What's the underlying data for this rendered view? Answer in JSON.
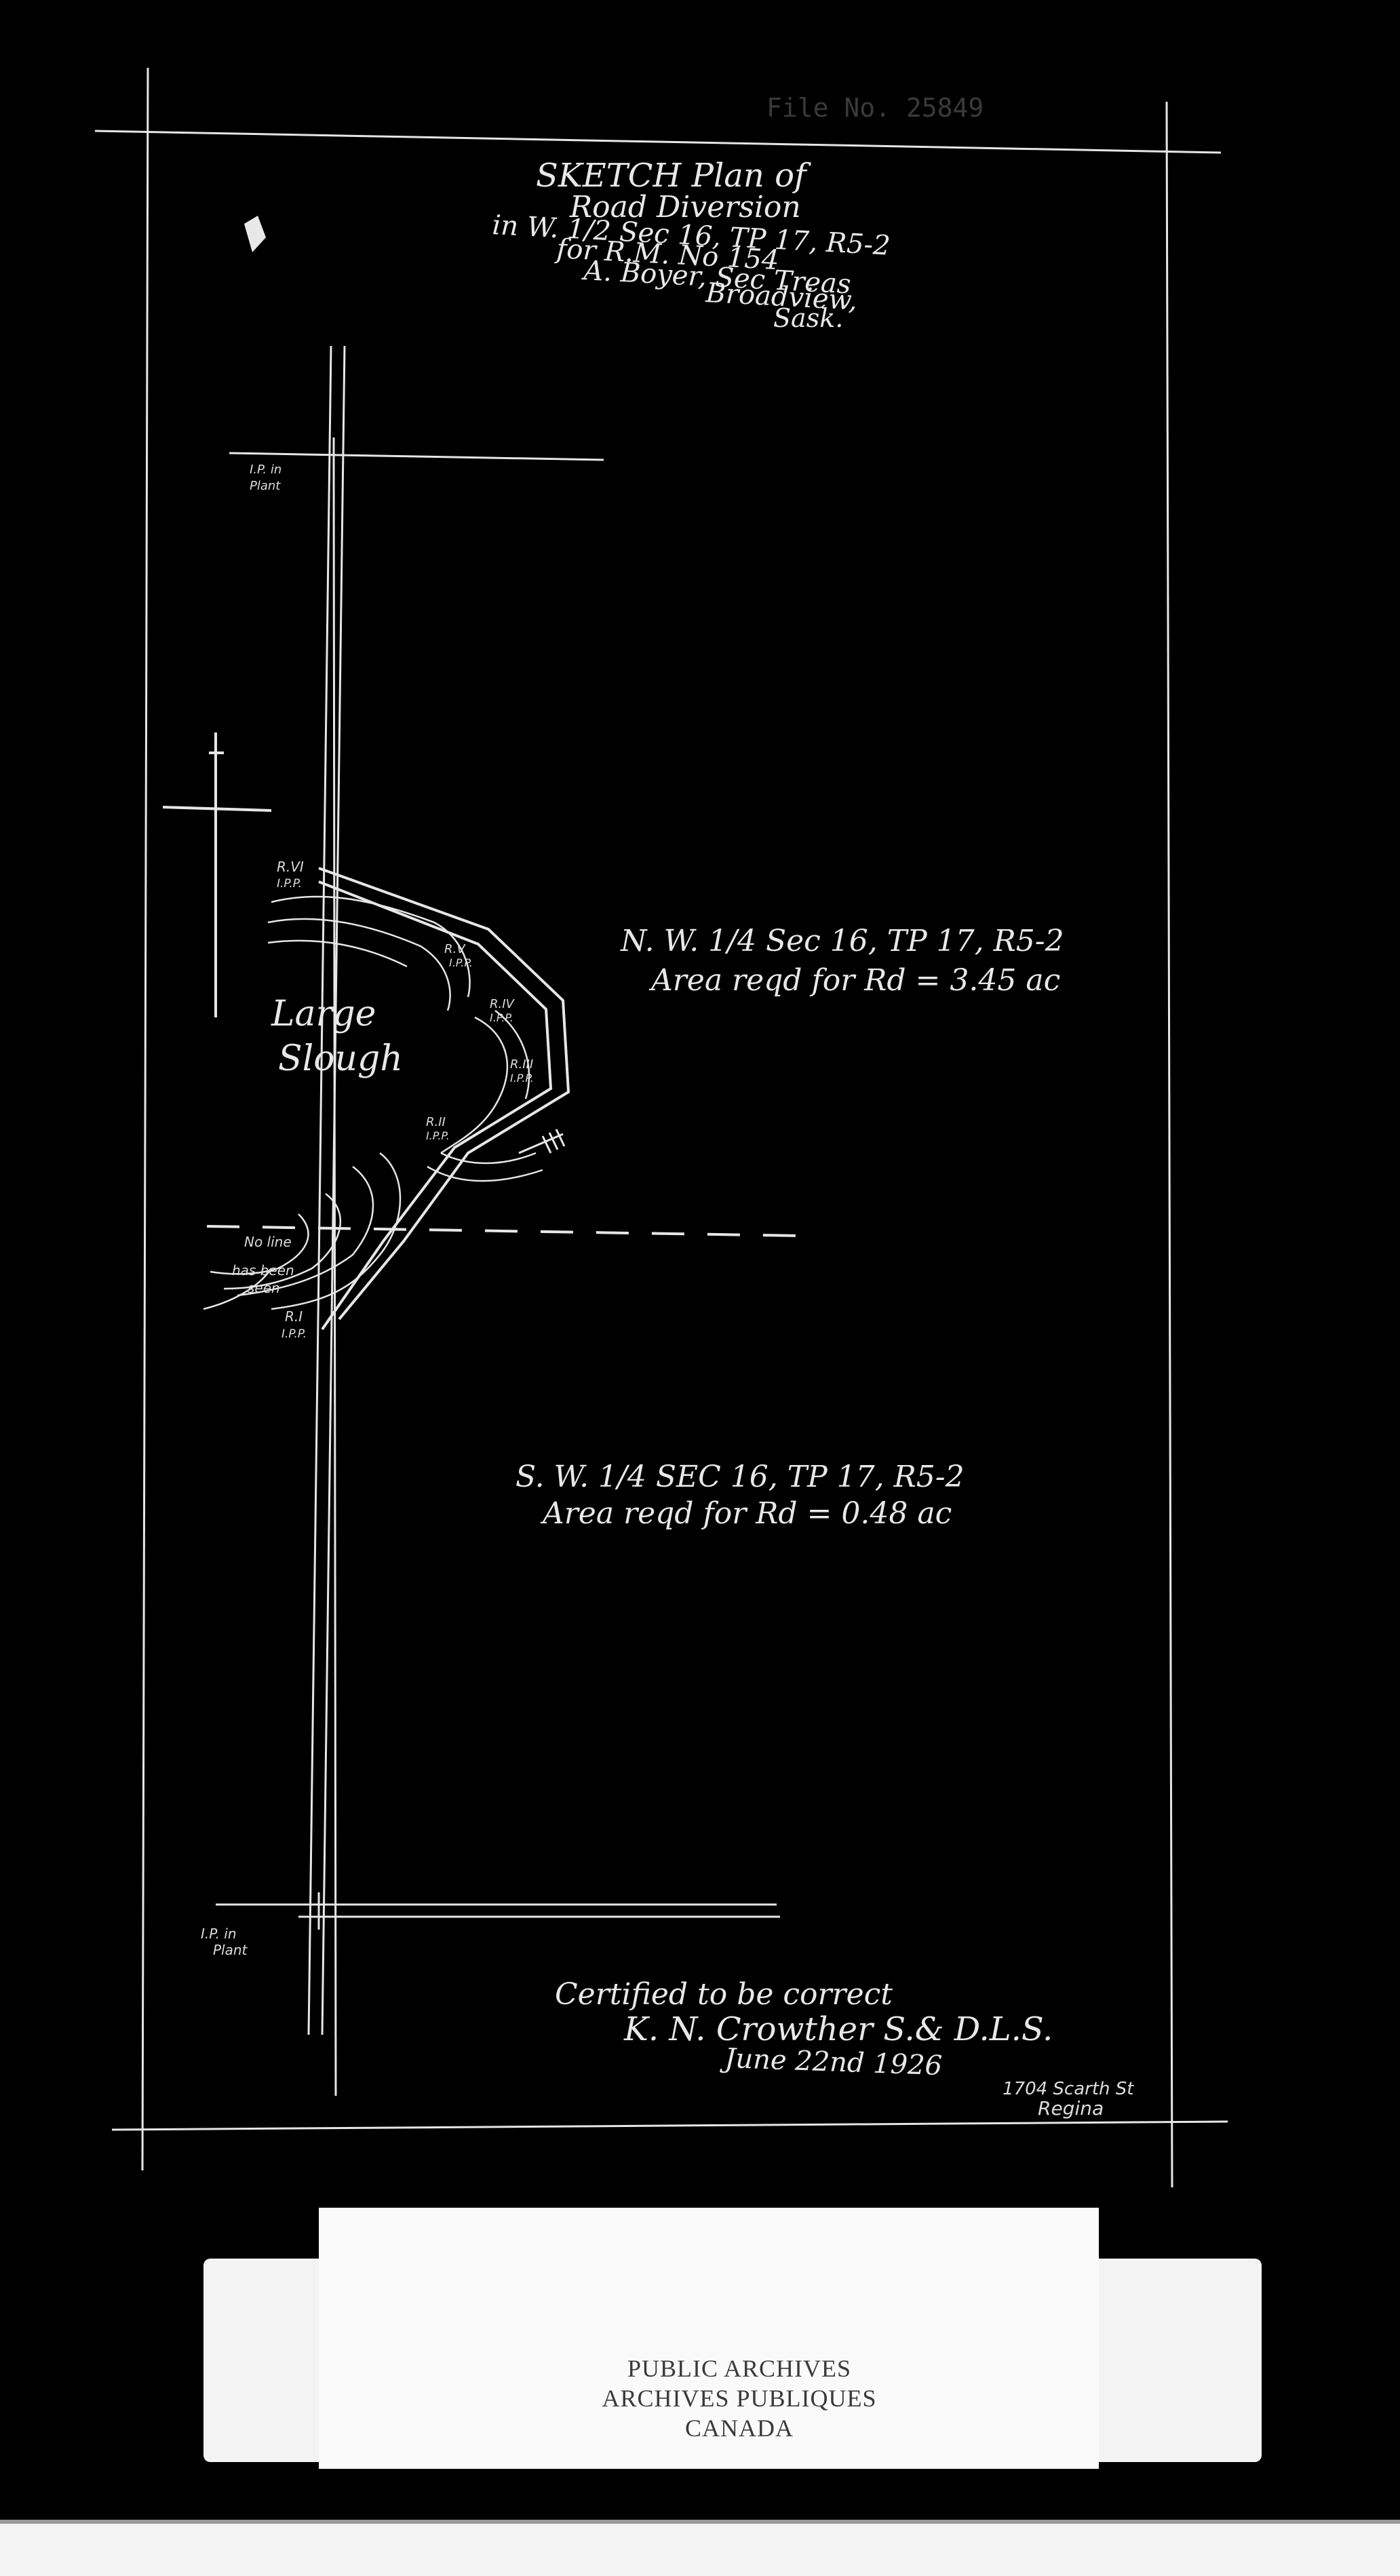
{
  "file_no": "File No. 25849",
  "title_lines": [
    "SKETCH Plan of",
    "Road Diversion",
    "in W. 1/2 Sec 16, TP 17, R5-2",
    "for R.M. No 154",
    "A. Boyer, Sec Treas",
    "Broadview,",
    "Sask."
  ],
  "corner_labels": {
    "top": [
      "I.P. in",
      "Plant"
    ],
    "bottom": [
      "I.P. in",
      "Plant"
    ]
  },
  "post_labels": {
    "r_vi": [
      "R.VI",
      "I.P.P."
    ],
    "r_v": [
      "R.V",
      "I.P.P."
    ],
    "r_iv": [
      "R.IV",
      "I.P.P."
    ],
    "r_iii": [
      "R.III",
      "I.P.P."
    ],
    "r_ii": [
      "R.II",
      "I.P.P."
    ],
    "r_i": [
      "R.I",
      "I.P.P."
    ]
  },
  "slough_label": [
    "Large",
    "Slough"
  ],
  "no_line_note": [
    "No line",
    "has been",
    "seen"
  ],
  "nw_quarter": {
    "line1": "N. W. 1/4 Sec 16, TP 17, R5-2",
    "line2": "Area reqd for Rd = 3.45 ac"
  },
  "sw_quarter": {
    "line1": "S. W. 1/4 SEC 16, TP 17, R5-2",
    "line2": "Area reqd for Rd = 0.48 ac"
  },
  "certification": {
    "line1": "Certified to be correct",
    "line2": "K. N. Crowther S.& D.L.S.",
    "line3": "June 22nd 1926"
  },
  "address": [
    "1704 Scarth St",
    "Regina"
  ],
  "stamp": [
    "PUBLIC ARCHIVES",
    "ARCHIVES PUBLIQUES",
    "CANADA"
  ]
}
